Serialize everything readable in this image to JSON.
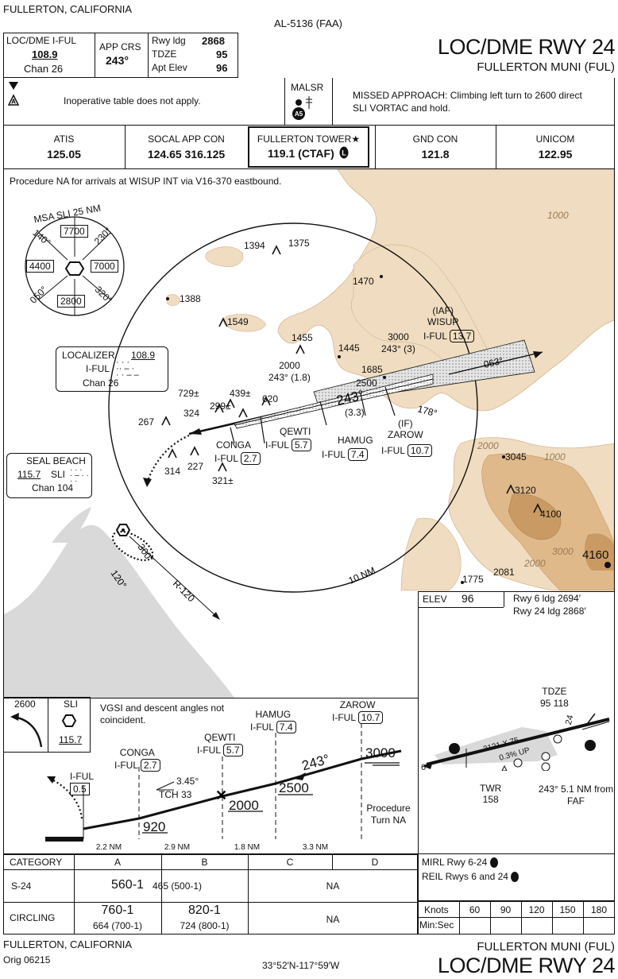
{
  "header": {
    "location": "FULLERTON, CALIFORNIA",
    "chart_id": "AL-5136 (FAA)",
    "title": "LOC/DME RWY 24",
    "airport": "FULLERTON MUNI (FUL)"
  },
  "briefing": {
    "loc_label": "LOC/DME  I-FUL",
    "loc_freq": "108.9",
    "loc_chan": "Chan  26",
    "app_crs_label": "APP CRS",
    "app_crs": "243°",
    "rwy_ldg_label": "Rwy ldg",
    "rwy_ldg": "2868",
    "tdze_label": "TDZE",
    "tdze": "95",
    "apt_elev_label": "Apt Elev",
    "apt_elev": "96",
    "inop_note": "Inoperative table does not apply.",
    "malsr": "MALSR",
    "missed_approach": "MISSED APPROACH:  Climbing left turn to 2600 direct SLI VORTAC and hold."
  },
  "comms": [
    {
      "name": "ATIS",
      "freq": "125.05"
    },
    {
      "name": "SOCAL APP CON",
      "freq": "124.65  316.125"
    },
    {
      "name": "FULLERTON TOWER★",
      "freq": "119.1 (CTAF)"
    },
    {
      "name": "GND CON",
      "freq": "121.8"
    },
    {
      "name": "UNICOM",
      "freq": "122.95"
    }
  ],
  "plan": {
    "note": "Procedure NA for arrivals at WISUP INT via V16-370 eastbound.",
    "msa_title": "MSA SLI 25 NM",
    "msa_alts": [
      "7700",
      "4400",
      "7000",
      "2800"
    ],
    "msa_bearings": [
      "140°",
      "230°",
      "050°",
      "320°"
    ],
    "localizer_title": "LOCALIZER",
    "localizer_freq": "108.9",
    "localizer_id": "I-FUL",
    "localizer_chan": "Chan 26",
    "seal_beach_title": "SEAL BEACH",
    "seal_beach_freq": "115.7",
    "seal_beach_id": "SLI",
    "seal_beach_chan": "Chan 104",
    "ring_label": "10 NM",
    "radial": "R-120",
    "hold_in": "300°",
    "hold_out": "120°",
    "course": "243°",
    "outbound": "063°",
    "iaf_label": "(IAF)",
    "iaf_name": "WISUP",
    "iaf_dme": "13.7",
    "if_label": "(IF)",
    "zarow": "ZAROW",
    "zarow_dme": "10.7",
    "hamug": "HAMUG",
    "hamug_dme": "7.4",
    "qewti": "QEWTI",
    "qewti_dme": "5.7",
    "conga": "CONGA",
    "conga_dme": "2.7",
    "ifix_id": "I-FUL",
    "alt_3000": "3000",
    "alt_3000_crs": "243° (3)",
    "alt_2000": "2000",
    "alt_2000_crs": "243° (1.8)",
    "alt_2500": "2500",
    "dist_33": "(3.3)",
    "crs_178": "178°",
    "elevations": [
      "1394",
      "1375",
      "1470",
      "1388",
      "1549",
      "1455",
      "1445",
      "1685",
      "729±",
      "439±",
      "299±",
      "620",
      "324",
      "267",
      "314",
      "227",
      "321±",
      "3045",
      "3120",
      "4100",
      "4160",
      "1775",
      "2081"
    ],
    "contours": [
      "1000",
      "2000",
      "1000",
      "2000",
      "3000"
    ]
  },
  "airport": {
    "elev_label": "ELEV",
    "elev": "96",
    "rwy6_ldg": "Rwy 6 ldg 2694′",
    "rwy24_ldg": "Rwy 24 ldg 2868′",
    "tdze_label": "TDZE",
    "tdze_vals": "95  118",
    "rwy_dims": "3121 X 75",
    "gradient": "0.3% UP",
    "twr_label": "TWR",
    "twr_elev": "158",
    "fac_note": "243° 5.1 NM from FAF",
    "rwy_num_a": "6",
    "rwy_num_b": "24",
    "mirl": "MIRL Rwy 6-24",
    "reil": "REIL Rwys 6 and 24"
  },
  "profile": {
    "hold_alt": "2600",
    "sli": "SLI",
    "sli_freq": "115.7",
    "vgsi_note": "VGSI and descent angles not coincident.",
    "ifix_dme": "0.5",
    "angle": "3.45°",
    "tch": "TCH 33",
    "alt_920": "920",
    "alt_2000": "2000",
    "alt_2500": "2500",
    "alt_3000": "3000",
    "course": "243°",
    "proc_turn": "Procedure Turn NA",
    "segments": [
      "2.2 NM",
      "2.9 NM",
      "1.8 NM",
      "3.3 NM"
    ]
  },
  "minimums": {
    "cat_label": "CATEGORY",
    "cats": [
      "A",
      "B",
      "C",
      "D"
    ],
    "s24_label": "S-24",
    "s24_main": "560-1",
    "s24_sub": "465 (500-1)",
    "na": "NA",
    "circ_label": "CIRCLING",
    "circ_a_main": "760-1",
    "circ_a_sub": "664 (700-1)",
    "circ_b_main": "820-1",
    "circ_b_sub": "724 (800-1)"
  },
  "timing": {
    "knots_label": "Knots",
    "minsec_label": "Min:Sec",
    "speeds": [
      "60",
      "90",
      "120",
      "150",
      "180"
    ]
  },
  "footer": {
    "location": "FULLERTON, CALIFORNIA",
    "orig": "Orig  06215",
    "coords": "33°52′N-117°59′W",
    "airport": "FULLERTON MUNI (FUL)",
    "title": "LOC/DME RWY 24"
  },
  "colors": {
    "terrain_light": "#f0dcc0",
    "terrain_mid": "#dfb98a",
    "terrain_dark": "#c99a63",
    "water": "#d9d9d9"
  }
}
